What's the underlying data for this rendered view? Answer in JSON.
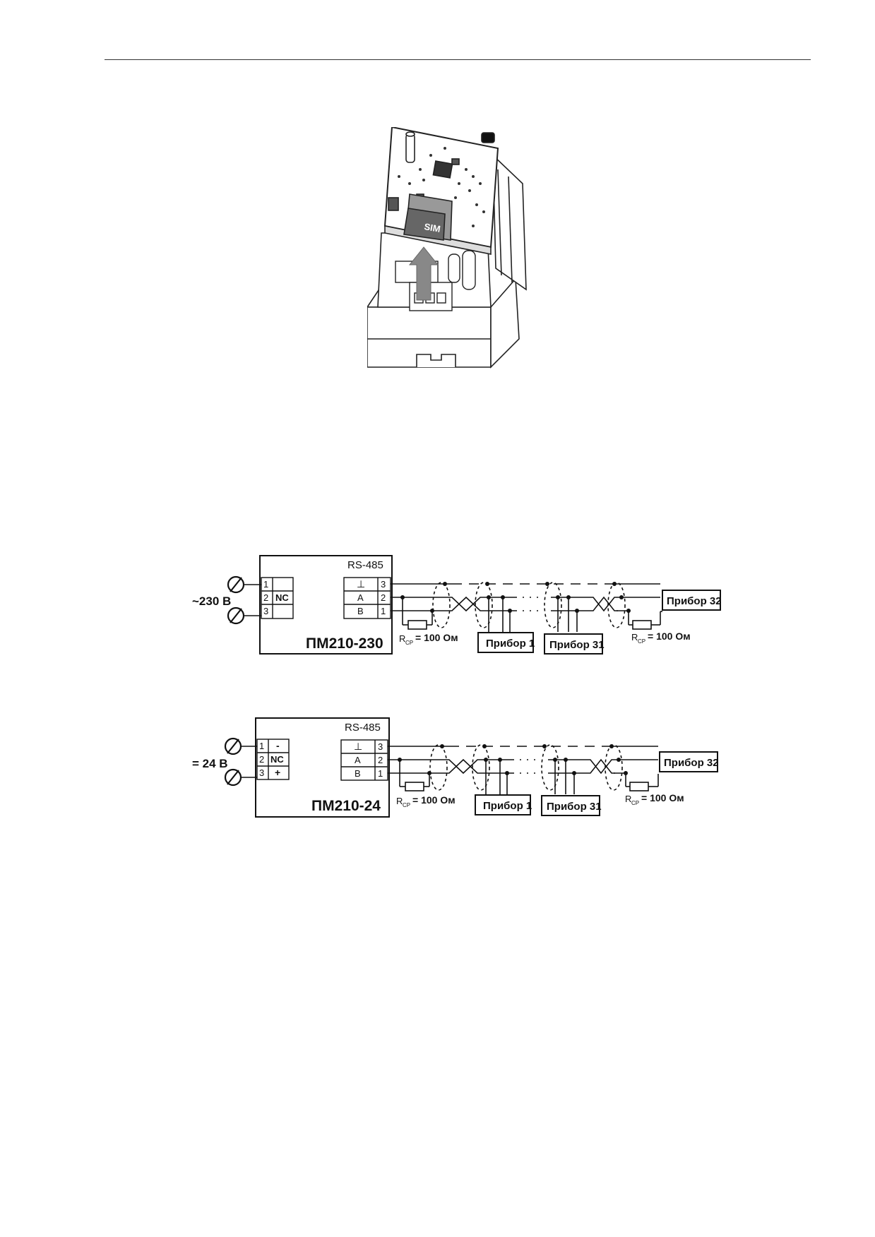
{
  "figure": {
    "sim_label": "SIM"
  },
  "diagrams": [
    {
      "id": "pm210-230",
      "supply_label": "~230 В",
      "model": "ПМ210-230",
      "interface": "RS-485",
      "power_terminals": [
        {
          "num": "1",
          "label": ""
        },
        {
          "num": "2",
          "label": "NC"
        },
        {
          "num": "3",
          "label": ""
        }
      ],
      "rs485_terminals": [
        {
          "label": "⊥",
          "num": "3"
        },
        {
          "label": "A",
          "num": "2"
        },
        {
          "label": "B",
          "num": "1"
        }
      ],
      "r_left": {
        "r": "R",
        "sub": "СР",
        "value": "= 100 Ом"
      },
      "r_right": {
        "r": "R",
        "sub": "СР",
        "value": "= 100 Ом"
      },
      "devices": [
        "Прибор 1",
        "Прибор 31",
        "Прибор 32"
      ]
    },
    {
      "id": "pm210-24",
      "supply_label": "= 24 В",
      "model": "ПМ210-24",
      "interface": "RS-485",
      "power_terminals": [
        {
          "num": "1",
          "label": "-"
        },
        {
          "num": "2",
          "label": "NC"
        },
        {
          "num": "3",
          "label": "+"
        }
      ],
      "rs485_terminals": [
        {
          "label": "⊥",
          "num": "3"
        },
        {
          "label": "A",
          "num": "2"
        },
        {
          "label": "B",
          "num": "1"
        }
      ],
      "r_left": {
        "r": "R",
        "sub": "СР",
        "value": "= 100 Ом"
      },
      "r_right": {
        "r": "R",
        "sub": "СР",
        "value": "= 100 Ом"
      },
      "devices": [
        "Прибор 1",
        "Прибор 31",
        "Прибор 32"
      ]
    }
  ]
}
